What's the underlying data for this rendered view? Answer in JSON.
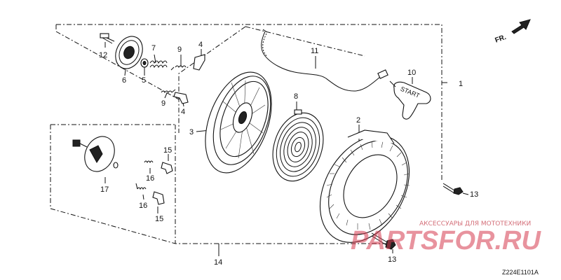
{
  "diagram": {
    "callouts": {
      "p1": "1",
      "p2": "2",
      "p3": "3",
      "p4a": "4",
      "p4b": "4",
      "p5": "5",
      "p6": "6",
      "p7": "7",
      "p8": "8",
      "p9a": "9",
      "p9b": "9",
      "p10": "10",
      "p11": "11",
      "p12": "12",
      "p13a": "13",
      "p13b": "13",
      "p14": "14",
      "p15a": "15",
      "p15b": "15",
      "p16a": "16",
      "p16b": "16",
      "p17": "17"
    },
    "direction_label": "FR.",
    "drawing_code": "Z224E1101A",
    "handle_text": "START"
  },
  "watermark": {
    "tagline": "АКСЕССУАРЫ ДЛЯ МОТОТЕХНИКИ",
    "site": "PARTSFOR.RU"
  }
}
